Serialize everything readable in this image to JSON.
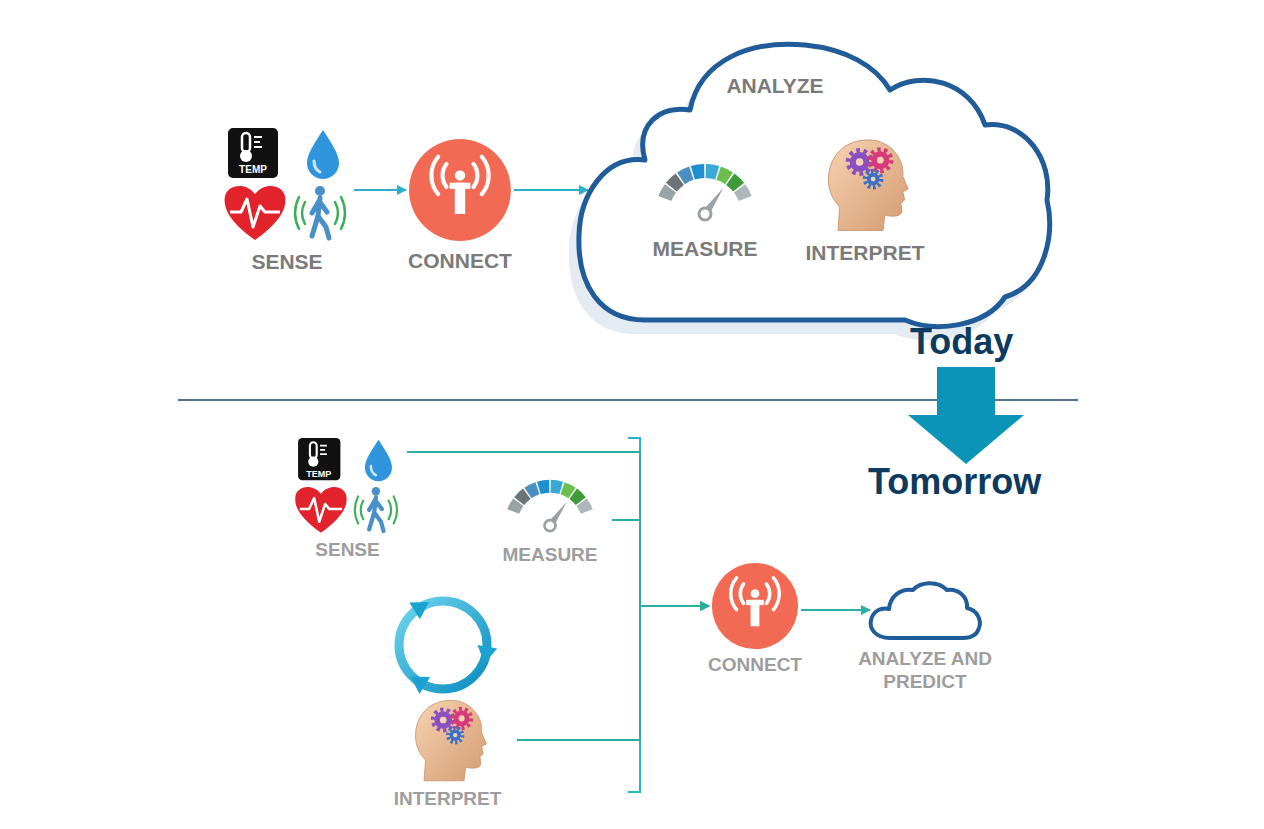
{
  "diagram": {
    "nodes": [
      {
        "text": [
          "SENSE"
        ]
      },
      {
        "text": [
          "CONNECT"
        ]
      },
      {
        "text": [
          "ANALYZE"
        ]
      },
      {
        "text": [
          "MEASURE"
        ],
        "in": 2
      },
      {
        "text": [
          "INTERPRET"
        ],
        "in": 2
      },
      {
        "text": [
          "SENSE"
        ]
      },
      {
        "text": [
          "MEASURE"
        ]
      },
      {
        "text": [
          "INTERPRET"
        ]
      },
      {
        "text": [
          "CONNECT"
        ]
      },
      {
        "text": [
          "ANALYZE AND PREDICT"
        ]
      }
    ],
    "edges": [
      {
        "from": 0,
        "to": 1,
        "arrow": "to"
      },
      {
        "from": 1,
        "to": 2,
        "arrow": "to"
      },
      {
        "from": 5,
        "to": 8,
        "arrow": "to"
      },
      {
        "from": 6,
        "to": 8,
        "arrow": "to"
      },
      {
        "from": 7,
        "to": 8,
        "arrow": "to"
      },
      {
        "from": 8,
        "to": 9,
        "arrow": "to"
      }
    ],
    "labels": [
      "TEMP",
      "TEMP",
      "Today",
      "Tomorrow"
    ]
  }
}
